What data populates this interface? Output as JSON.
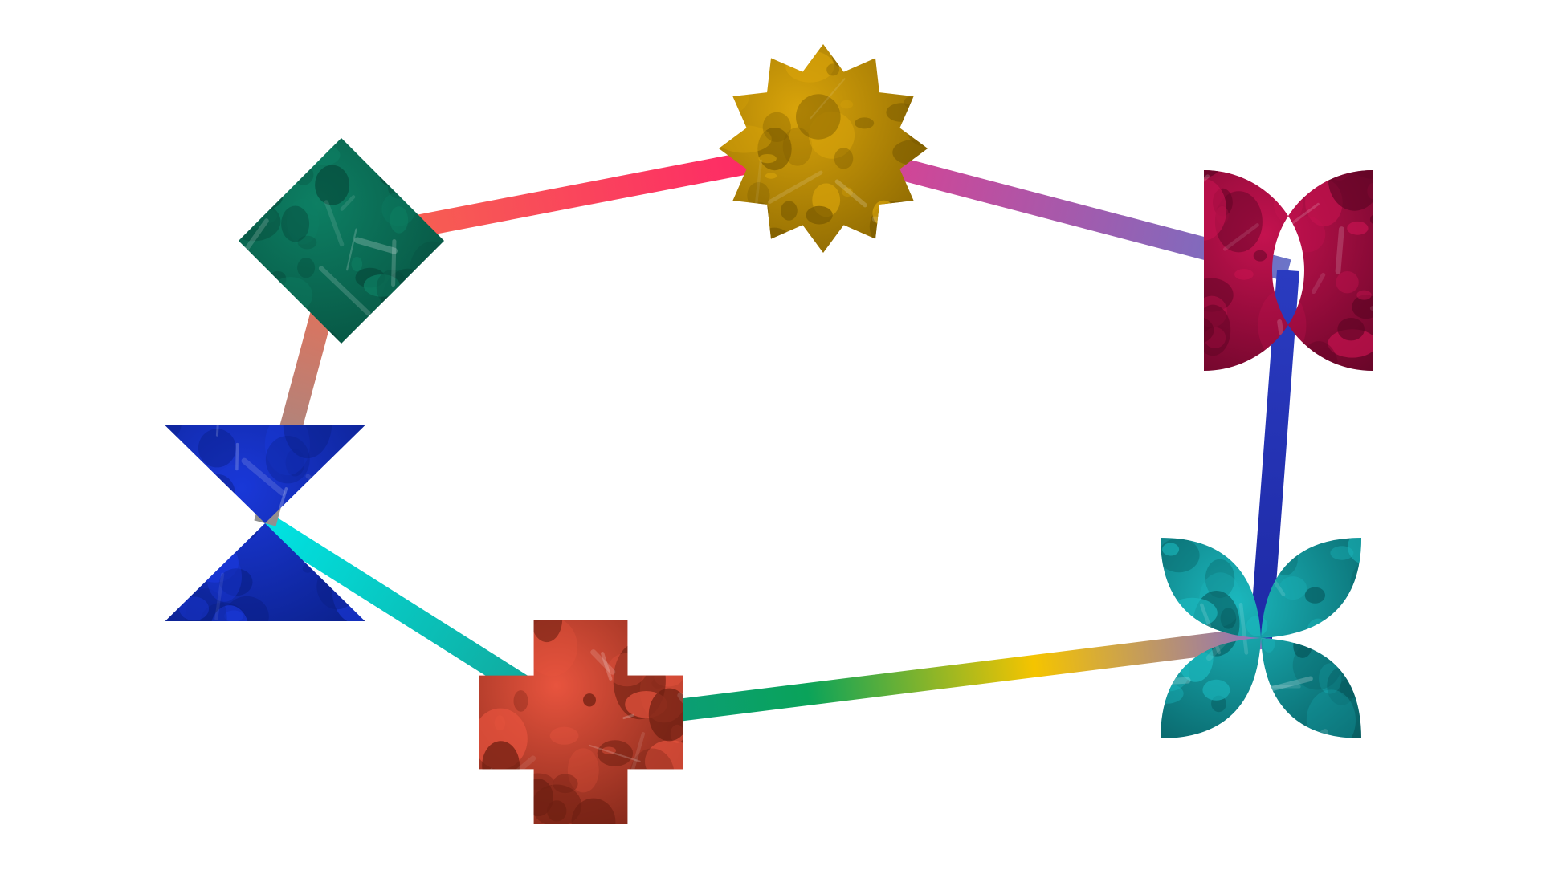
{
  "background_color": "#ffffff",
  "nodes": [
    {
      "id": "diamond",
      "shape": "diamond",
      "icon": "diamond-photo-tile",
      "color": "#0d7f63",
      "accent": "#06493a",
      "scene": "hands-crafting"
    },
    {
      "id": "star",
      "shape": "star",
      "icon": "star-photo-tile",
      "color": "#d9a40a",
      "accent": "#7a5a00",
      "scene": "hands-mosaic"
    },
    {
      "id": "bowtie",
      "shape": "half-circles",
      "icon": "half-circles-photo-tile",
      "color": "#c4124f",
      "accent": "#5e0424",
      "scene": "crowd"
    },
    {
      "id": "hourglass",
      "shape": "hourglass",
      "icon": "hourglass-photo-tile",
      "color": "#1a38d8",
      "accent": "#0a1f86",
      "scene": "cyclist"
    },
    {
      "id": "cross",
      "shape": "cross",
      "icon": "cross-photo-tile",
      "color": "#e8543e",
      "accent": "#6e1f12",
      "scene": "child-waving"
    },
    {
      "id": "petals",
      "shape": "four-petal",
      "icon": "four-petal-photo-tile",
      "color": "#1bb7bd",
      "accent": "#06585c",
      "scene": "people-carrying"
    }
  ],
  "connectors": [
    {
      "id": "diamond-to-star",
      "from": "diamond",
      "to": "star",
      "stops": [
        "#f56a4e",
        "#ff1f6a"
      ]
    },
    {
      "id": "star-to-bowtie",
      "from": "star",
      "to": "bowtie",
      "stops": [
        "#e63c8c",
        "#6b74c8"
      ]
    },
    {
      "id": "bowtie-to-petals",
      "from": "bowtie",
      "to": "petals",
      "stops": [
        "#2a3bc0",
        "#1e2aa6"
      ]
    },
    {
      "id": "petals-to-cross",
      "from": "petals",
      "to": "cross",
      "stops": [
        "#8e6fc0",
        "#f5c400",
        "#0aa35a",
        "#0c9a8a"
      ]
    },
    {
      "id": "cross-to-hourglass",
      "from": "cross",
      "to": "hourglass",
      "stops": [
        "#149e8f",
        "#00e3e3"
      ]
    },
    {
      "id": "hourglass-to-diamond",
      "from": "hourglass",
      "to": "diamond",
      "stops": [
        "#909090",
        "#f56a4e"
      ]
    }
  ]
}
